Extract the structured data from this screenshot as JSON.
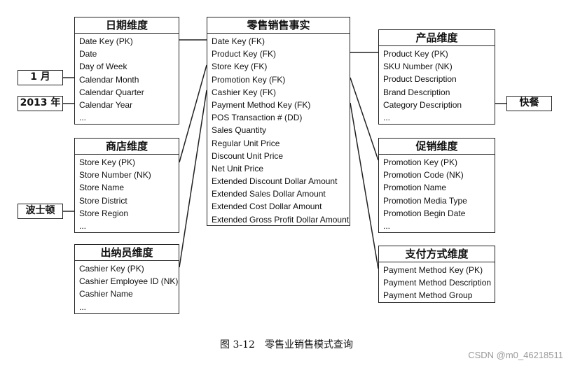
{
  "tables": {
    "date_dim": {
      "title": "日期维度",
      "fields": [
        "Date Key (PK)",
        "Date",
        "Day of Week",
        "Calendar Month",
        "Calendar Quarter",
        "Calendar Year",
        "..."
      ]
    },
    "store_dim": {
      "title": "商店维度",
      "fields": [
        "Store Key (PK)",
        "Store Number (NK)",
        "Store Name",
        "Store District",
        "Store Region",
        "..."
      ]
    },
    "cashier_dim": {
      "title": "出纳员维度",
      "fields": [
        "Cashier Key (PK)",
        "Cashier Employee ID (NK)",
        "Cashier Name",
        "..."
      ]
    },
    "sales_fact": {
      "title": "零售销售事实",
      "fields": [
        "Date Key (FK)",
        "Product Key (FK)",
        "Store Key (FK)",
        "Promotion Key (FK)",
        "Cashier Key (FK)",
        "Payment Method Key (FK)",
        "POS Transaction # (DD)",
        "Sales Quantity",
        "Regular Unit Price",
        "Discount Unit Price",
        "Net Unit Price",
        "Extended Discount Dollar Amount",
        "Extended Sales Dollar Amount",
        "Extended Cost Dollar Amount",
        "Extended Gross Profit Dollar Amount"
      ]
    },
    "product_dim": {
      "title": "产品维度",
      "fields": [
        "Product Key (PK)",
        "SKU Number (NK)",
        "Product Description",
        "Brand Description",
        "Category Description",
        "..."
      ]
    },
    "promotion_dim": {
      "title": "促销维度",
      "fields": [
        "Promotion Key (PK)",
        "Promotion Code (NK)",
        "Promotion Name",
        "Promotion Media Type",
        "Promotion Begin Date",
        "..."
      ]
    },
    "payment_dim": {
      "title": "支付方式维度",
      "fields": [
        "Payment Method Key (PK)",
        "Payment Method Description",
        "Payment Method Group"
      ]
    }
  },
  "constraints": {
    "month": "1 月",
    "year": "2013 年",
    "store_region": "波士顿",
    "category": "快餐"
  },
  "caption": "图 3-12　零售业销售模式查询",
  "watermark": "CSDN @m0_46218511"
}
